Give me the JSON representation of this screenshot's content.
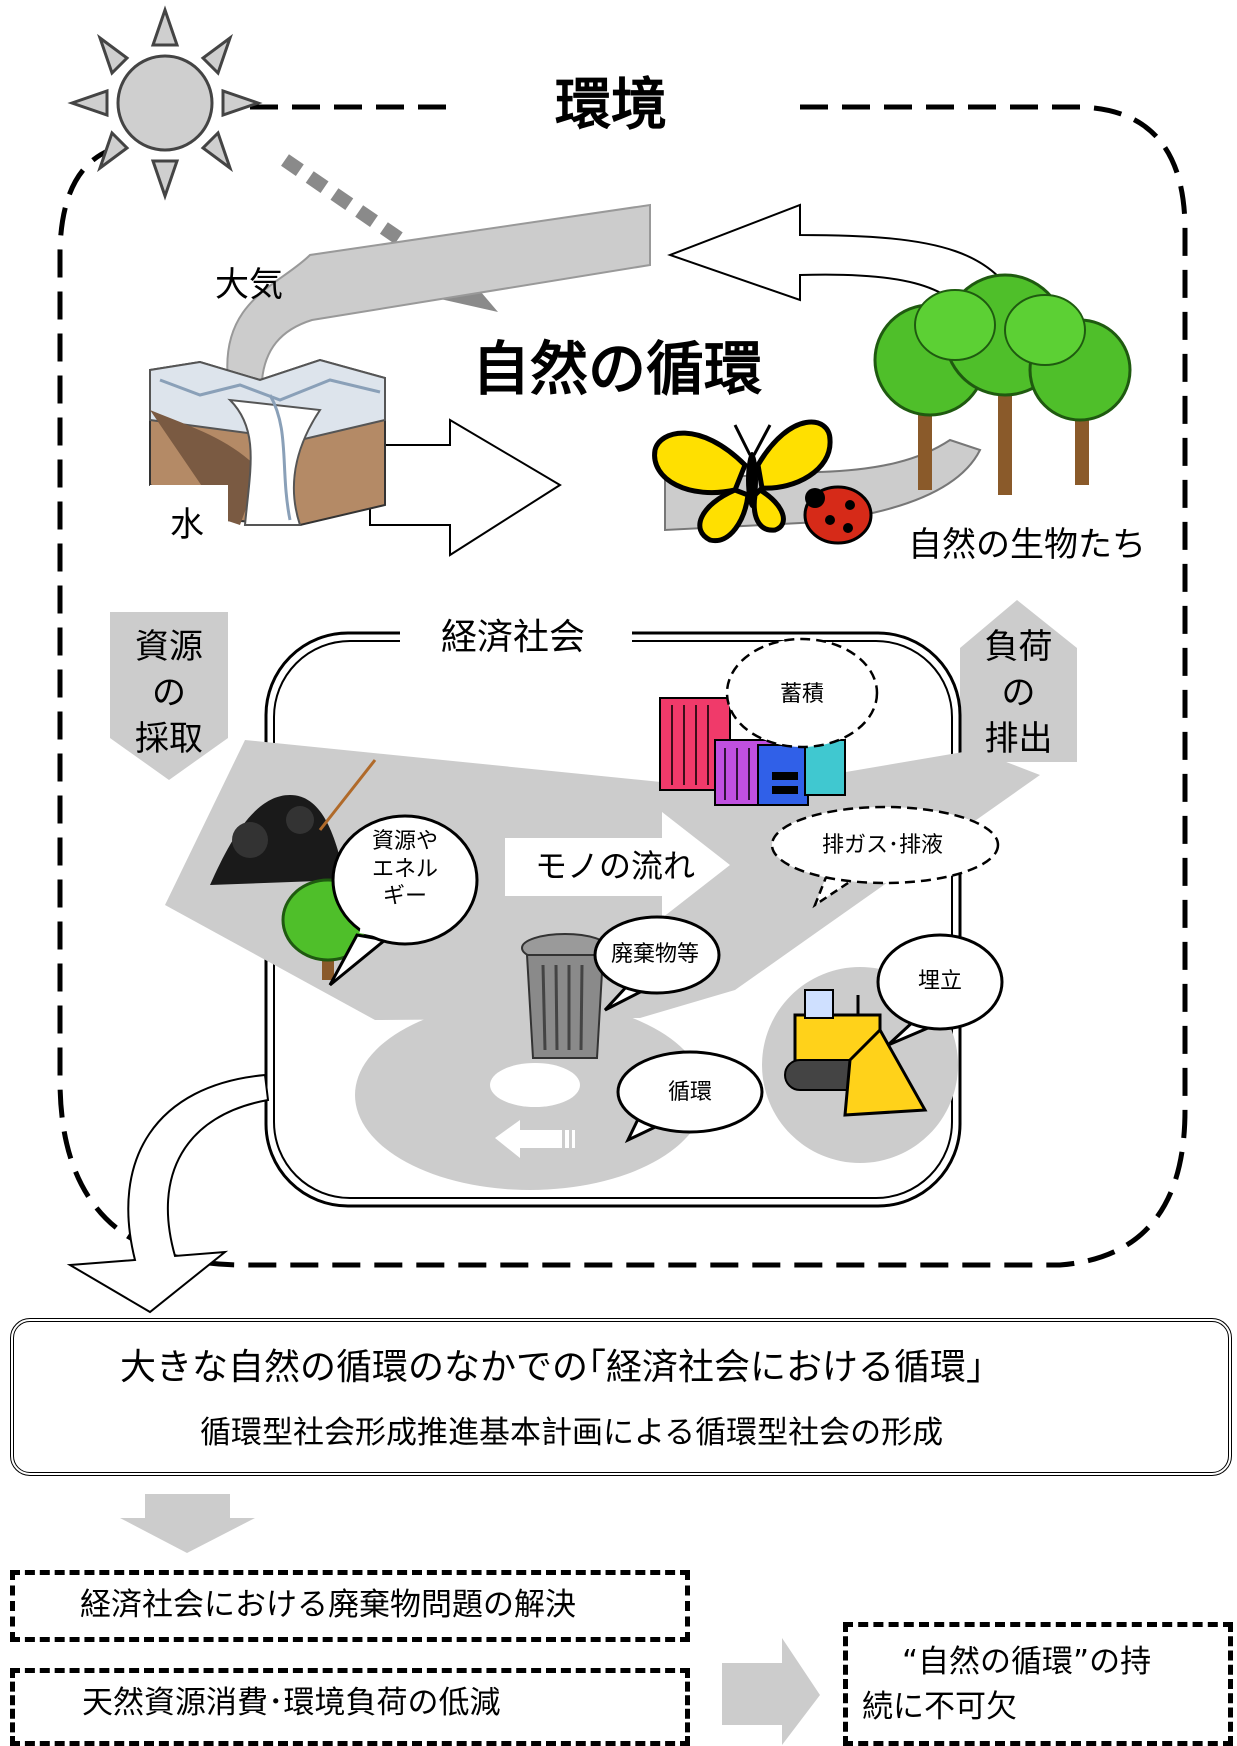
{
  "environment": {
    "title": "環境"
  },
  "nature": {
    "cycle_title": "自然の循環",
    "atmosphere": "大気",
    "water": "水",
    "creatures": "自然の生物たち"
  },
  "side": {
    "extraction": "資源の採取",
    "extraction_lines": [
      "資源",
      "の",
      "採取"
    ],
    "emission": "負荷の排出",
    "emission_lines": [
      "負荷",
      "の",
      "排出"
    ]
  },
  "economy": {
    "title": "経済社会",
    "flow_label": "モノの流れ",
    "bubbles": {
      "resources": "資源やエネルギー",
      "resources_lines": [
        "資源や",
        "エネル",
        "ギー"
      ],
      "accumulation": "蓄積",
      "exhaust": "排ガス･排液",
      "waste": "廃棄物等",
      "landfill": "埋立",
      "cycle": "循環"
    }
  },
  "summary": {
    "line1": "大きな自然の循環のなかでの｢経済社会における循環｣",
    "line2": "循環型社会形成推進基本計画による循環型社会の形成"
  },
  "outcomes": {
    "item1": "経済社会における廃棄物問題の解決",
    "item2": "天然資源消費･環境負荷の低減",
    "result": "“自然の循環”の持続に不可欠",
    "result_lines": [
      "“自然の循環”の持",
      "続に不可欠"
    ]
  },
  "colors": {
    "gray": "#cccccc",
    "sun": "#cfcfcf",
    "tree_green": "#4fbf2a",
    "trunk": "#8a5a2a",
    "butterfly_yellow": "#ffe000",
    "ladybug_red": "#d62a18",
    "bulldozer_yellow": "#ffd21a"
  }
}
